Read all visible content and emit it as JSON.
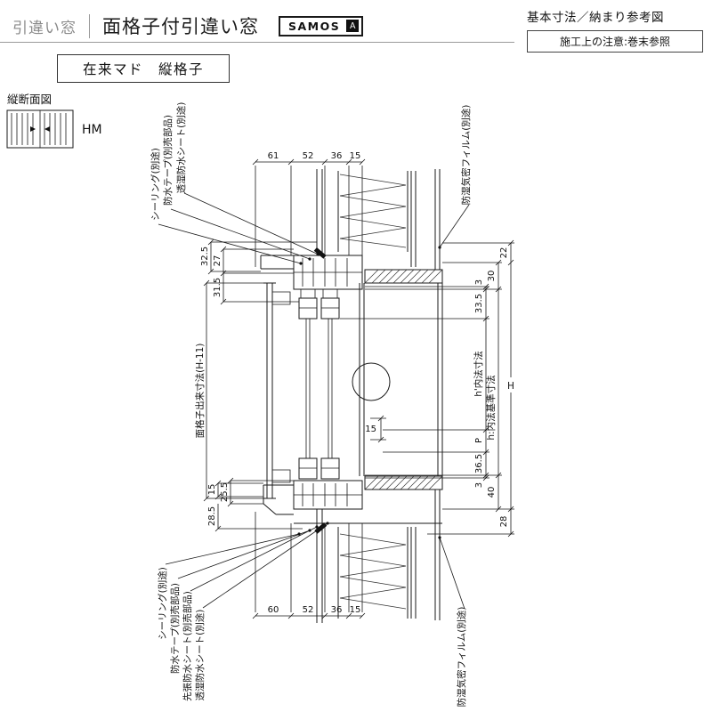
{
  "header": {
    "category": "引違い窓",
    "title": "面格子付引違い窓",
    "brand": "SAMOS",
    "brand_badge": "A",
    "ref_title": "基本寸法／納まり参考図",
    "caution_note": "施工上の注意:巻末参照"
  },
  "subheader": {
    "label": "在来マド　縦格子"
  },
  "view": {
    "label": "縦断面図",
    "icon_code": "HM"
  },
  "dims": {
    "top": [
      "61",
      "52",
      "36",
      "15"
    ],
    "bottom": [
      "60",
      "52",
      "36",
      "15"
    ],
    "left": {
      "d32_5": "32.5",
      "d27": "27",
      "d31_5": "31.5",
      "grille": "面格子出来寸法(H-11)",
      "d15": "15",
      "d25_5": "25.5",
      "d28_5": "28.5"
    },
    "right": {
      "d22": "22",
      "d30": "30",
      "d3top": "3",
      "d33_5": "33.5",
      "inner": "h'内法寸法",
      "H": "H",
      "base": "h:内法基準寸法",
      "P": "P",
      "d36_5": "36.5",
      "d3bot": "3",
      "d40": "40",
      "d28": "28"
    },
    "mid15": "15"
  },
  "annotations": {
    "top_left": [
      "シーリング(別途)",
      "防水テープ(別売部品)",
      "透湿防水シート(別途)"
    ],
    "top_right": "防湿気密フィルム(別途)",
    "bottom_left": [
      "シーリング(別途)",
      "防水テープ(別売部品)",
      "先張防水シート(別売部品)",
      "透湿防水シート(別途)"
    ],
    "bottom_right": "防湿気密フィルム(別途)"
  }
}
